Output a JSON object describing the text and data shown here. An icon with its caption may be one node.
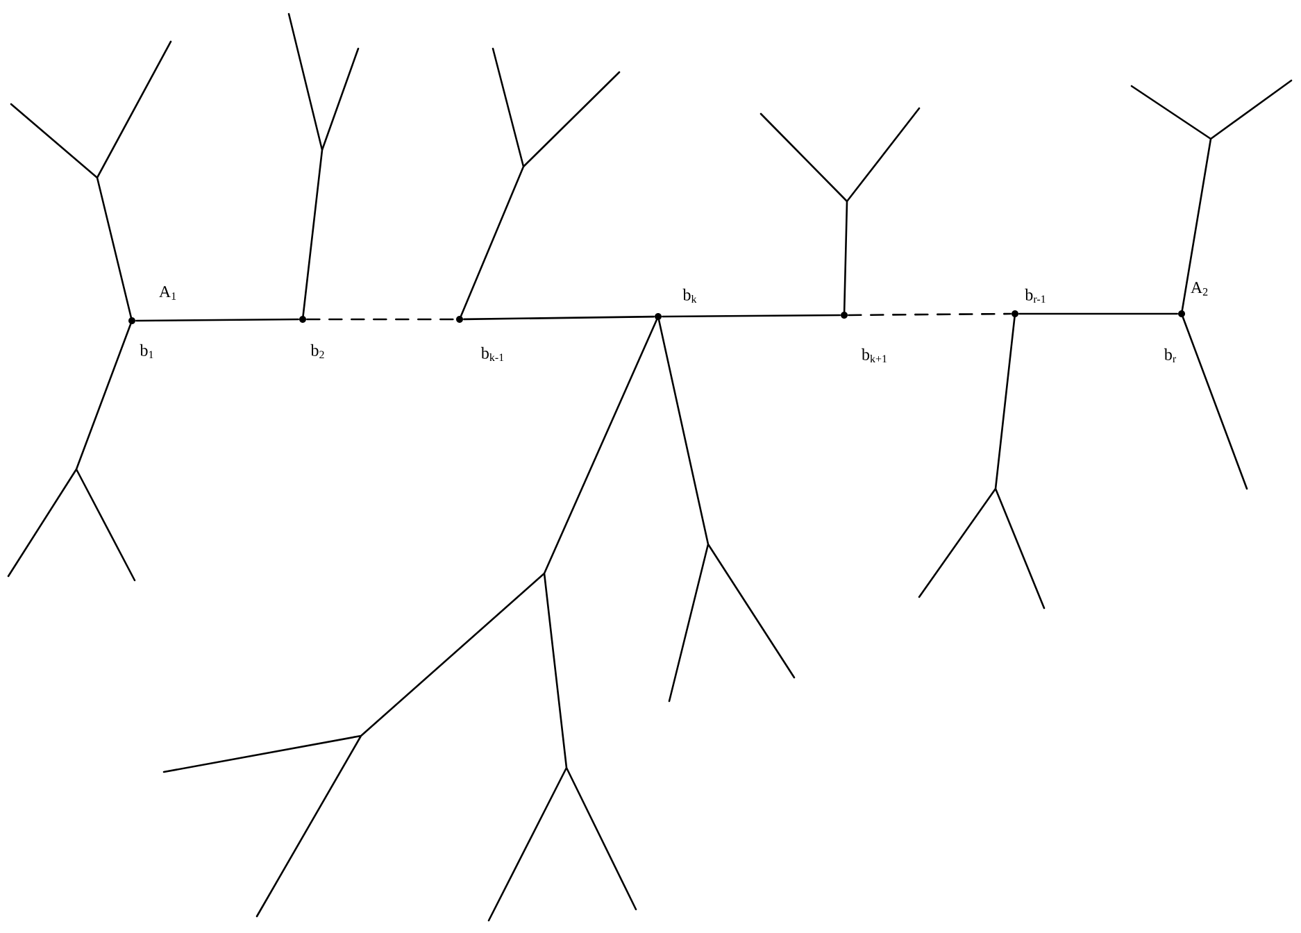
{
  "diagram": {
    "nodes": [
      {
        "text": [
          "b$_{1}$"
        ],
        "beside": [
          "A$_{1}$"
        ]
      },
      {
        "text": [
          "b$_{2}$"
        ]
      },
      {
        "text": [
          "b$_{k-1}$"
        ]
      },
      {
        "text": [
          "b$_{k}$"
        ]
      },
      {
        "text": [
          "b$_{k+1}$"
        ]
      },
      {
        "text": [
          "b$_{r-1}$"
        ]
      },
      {
        "text": [
          "b$_{r}$"
        ],
        "beside": [
          "A$_{2}$"
        ]
      }
    ],
    "edges": [
      {
        "from": 0,
        "to": 1,
        "arrow": "none"
      },
      {
        "from": 1,
        "to": 2,
        "arrow": "none",
        "style": "dashed"
      },
      {
        "from": 2,
        "to": 3,
        "arrow": "none"
      },
      {
        "from": 3,
        "to": 4,
        "arrow": "none"
      },
      {
        "from": 4,
        "to": 5,
        "arrow": "none",
        "style": "dashed"
      },
      {
        "from": 5,
        "to": 6,
        "arrow": "none"
      }
    ]
  }
}
